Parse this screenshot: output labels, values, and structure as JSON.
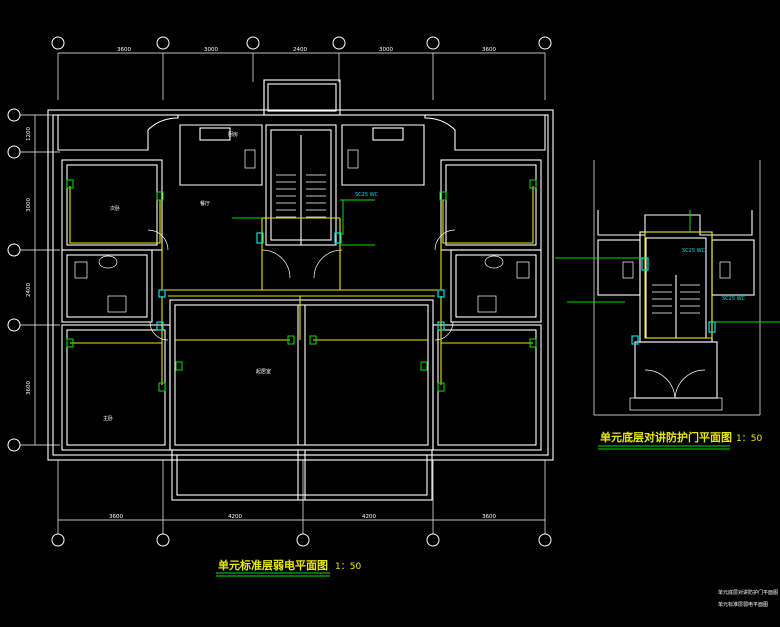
{
  "main_plan": {
    "title": "单元标准层弱电平面图",
    "scale": "1：50",
    "top_dims": [
      "3600",
      "3000",
      "2400",
      "3000",
      "3600"
    ],
    "bottom_dims": [
      "3600",
      "4200",
      "4200",
      "3600"
    ],
    "left_dims": [
      "1200",
      "3000",
      "2400",
      "3600"
    ],
    "rooms": {
      "bedroom_upper": "次卧",
      "kitchen": "厨房",
      "dining": "餐厅",
      "living": "起居室",
      "master_bedroom": "主卧"
    },
    "conduit_label": "SC25 WC"
  },
  "detail_plan": {
    "title": "单元底层对讲防护门平面图",
    "scale": "1：50",
    "conduit_label_1": "SC25 WC",
    "conduit_label_2": "SC25 WC"
  },
  "notes": {
    "line1": "单元底层对讲防护门平面图",
    "line2": "单元标准层弱电平面图"
  },
  "colors": {
    "background": "#000000",
    "walls": "#ffffff",
    "cabling": "#e8e800",
    "devices": "#00e000",
    "labels": "#00e0e0"
  }
}
